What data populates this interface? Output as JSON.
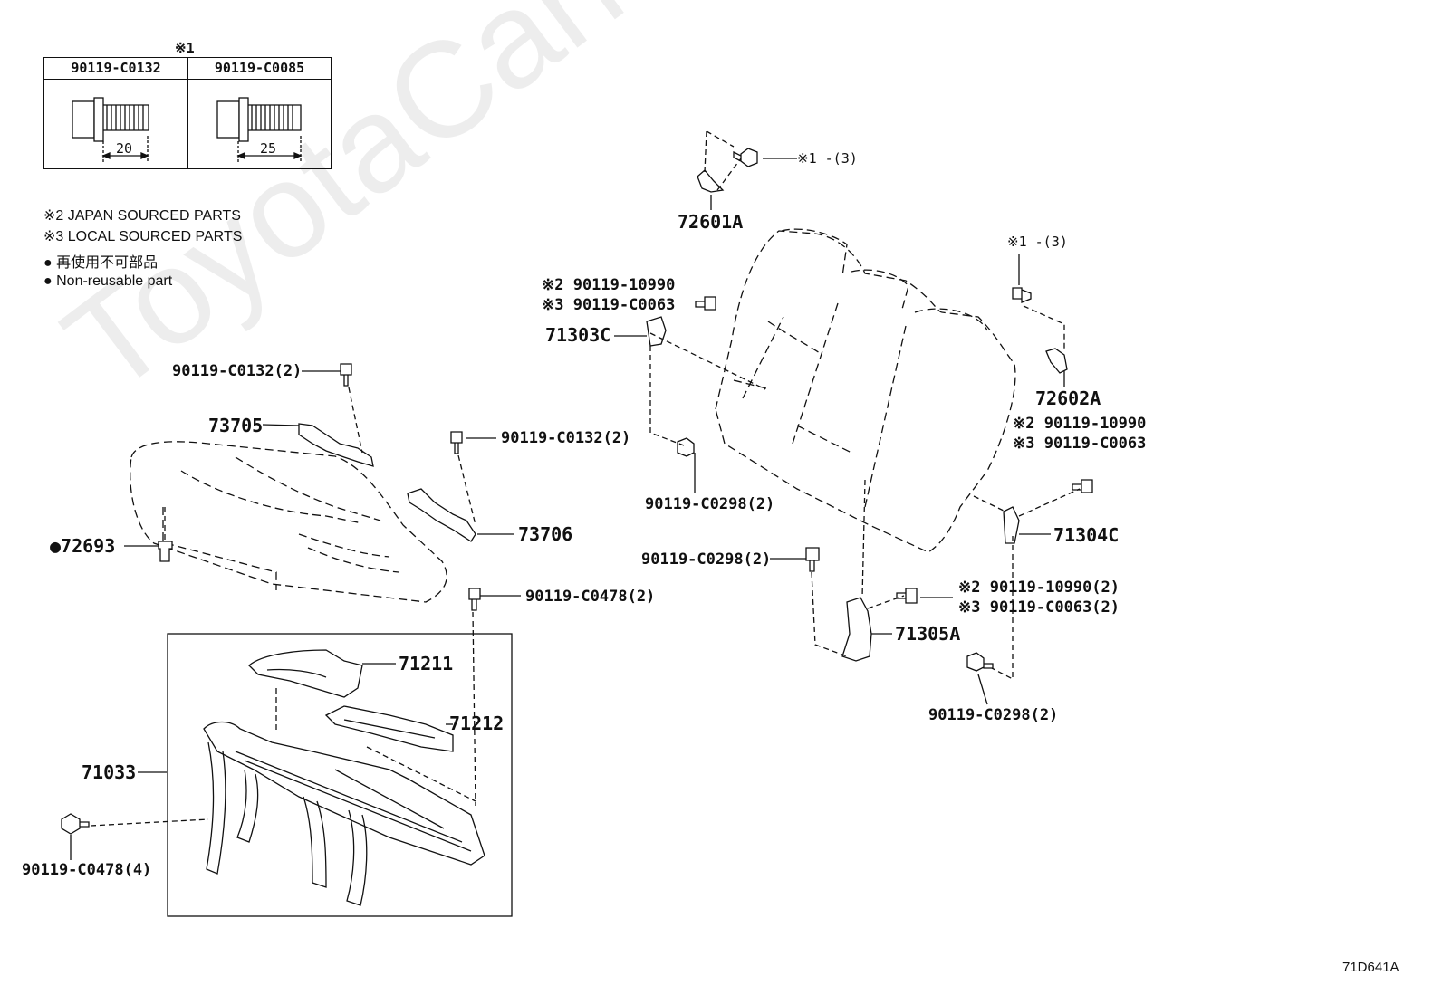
{
  "table": {
    "mark": "※1",
    "col1_part": "90119-C0132",
    "col2_part": "90119-C0085",
    "col1_length": "20",
    "col2_length": "25"
  },
  "notes": {
    "n2": "※2 JAPAN SOURCED PARTS",
    "n3": "※3 LOCAL SOURCED PARTS",
    "n4": "● 再使用不可部品",
    "n5": "● Non-reusable part"
  },
  "labels": {
    "p72601A": "72601A",
    "m1_top": "※1 -(3)",
    "m1_right": "※1 -(3)",
    "p72602A": "72602A",
    "sw2_a": "※2 90119-10990",
    "sw3_a": "※3 90119-C0063",
    "p71303C": "71303C",
    "b_0132_a": "90119-C0132(2)",
    "b_0132_b": "90119-C0132(2)",
    "p73705": "73705",
    "p73706": "73706",
    "p72693": "●72693",
    "b_0478_a": "90119-C0478(2)",
    "b_0298_a": "90119-C0298(2)",
    "b_0298_b": "90119-C0298(2)",
    "b_0298_c": "90119-C0298(2)",
    "sw2_b": "※2 90119-10990",
    "sw3_b": "※3 90119-C0063",
    "p71304C": "71304C",
    "sw2_c": "※2 90119-10990(2)",
    "sw3_c": "※3 90119-C0063(2)",
    "p71305A": "71305A",
    "p71211": "71211",
    "p71212": "71212",
    "p71033": "71033",
    "b_0478_b": "90119-C0478(4)"
  },
  "watermark": "ToyotaCarMine.ru",
  "ref_code": "71D641A"
}
